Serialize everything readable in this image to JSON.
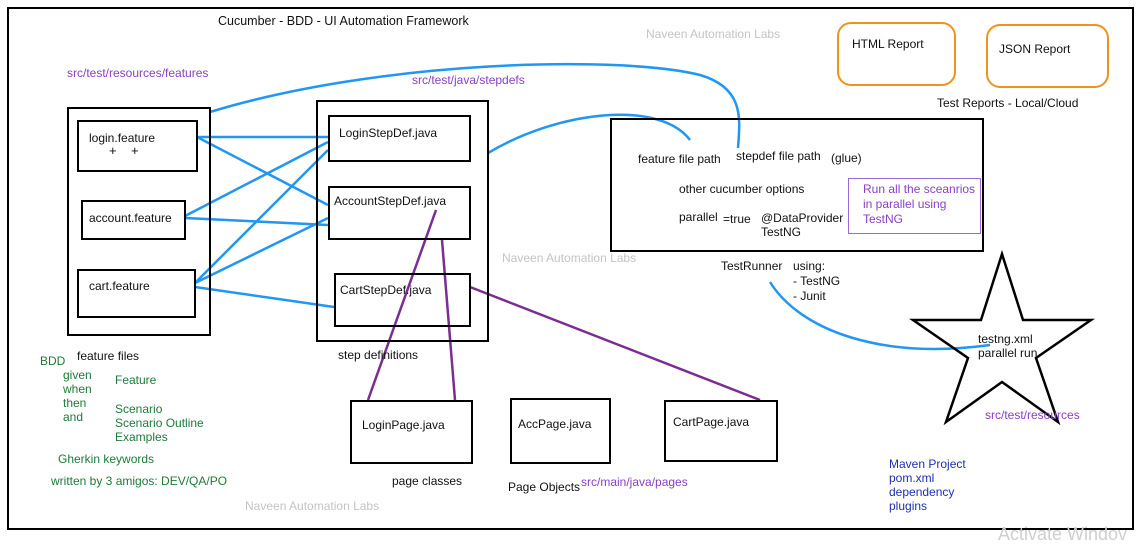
{
  "title": "Cucumber - BDD - UI Automation Framework",
  "watermark": "Naveen Automation Labs",
  "activate_text": "Activate Windov",
  "paths": {
    "features": "src/test/resources/features",
    "stepdefs": "src/test/java/stepdefs",
    "pages": "src/main/java/pages",
    "resources": "src/test/resources"
  },
  "feature_files": {
    "items": [
      "login.feature",
      "account.feature",
      "cart.feature"
    ],
    "plus_marks": "+    +",
    "caption": "feature files"
  },
  "step_defs": {
    "items": [
      "LoginStepDef.java",
      "AccountStepDef.java",
      "CartStepDef.java"
    ],
    "caption": "step definitions"
  },
  "pages": {
    "items": [
      "LoginPage.java",
      "AccPage.java",
      "CartPage.java"
    ],
    "caption": "page classes",
    "page_objects": "Page Objects"
  },
  "runner": {
    "feature_path": "feature file path",
    "stepdef_path": "stepdef file path",
    "glue": "(glue)",
    "options": "other cucumber options",
    "parallel": "parallel",
    "equals_true": "=true",
    "dataprovider": "@DataProvider",
    "testng": "TestNG",
    "note_lines": [
      "Run all the sceanrios",
      "in parallel using",
      "TestNG"
    ],
    "name": "TestRunner",
    "using_lines": [
      "using:",
      "- TestNG",
      "- Junit"
    ]
  },
  "reports": {
    "html": "HTML Report",
    "json": "JSON Report",
    "caption": "Test Reports - Local/Cloud"
  },
  "testng_star": {
    "line1": "testng.xml",
    "line2": "parallel run"
  },
  "bdd": {
    "label": "BDD",
    "keywords": [
      "given",
      "when",
      "then",
      "and"
    ],
    "feature": "Feature",
    "scenario_lines": [
      "Scenario",
      "Scenario Outline",
      "Examples"
    ],
    "gherkin": "Gherkin keywords",
    "amigos": "written by 3 amigos: DEV/QA/PO"
  },
  "maven": {
    "lines": [
      "Maven Project",
      "pom.xml",
      "dependency",
      "plugins"
    ]
  },
  "colors": {
    "connector_blue": "#2196f3",
    "connector_purple": "#7b2d91",
    "report_orange": "#f0931e",
    "path_purple": "#8a3fc4",
    "bdd_green": "#1f7a3a",
    "maven_blue": "#1f2fb0"
  }
}
